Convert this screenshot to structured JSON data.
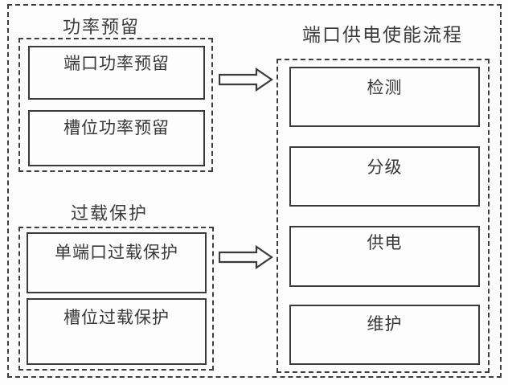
{
  "diagram": {
    "title": "端口供电使能流程",
    "colors": {
      "line": "#3a3a3a",
      "background": "#fcfcfc"
    },
    "groups": [
      {
        "label": "功率预留",
        "boxes": [
          "端口功率预留",
          "槽位功率预留"
        ]
      },
      {
        "label": "过载保护",
        "boxes": [
          "单端口过载保护",
          "槽位过载保护"
        ]
      },
      {
        "label": "端口供电使能流程",
        "boxes": [
          "检测",
          "分级",
          "供电",
          "维护"
        ]
      }
    ],
    "arrows": [
      {
        "from": "功率预留",
        "to": "端口供电使能流程",
        "direction": "right"
      },
      {
        "from": "过载保护",
        "to": "端口供电使能流程",
        "direction": "right"
      }
    ]
  }
}
